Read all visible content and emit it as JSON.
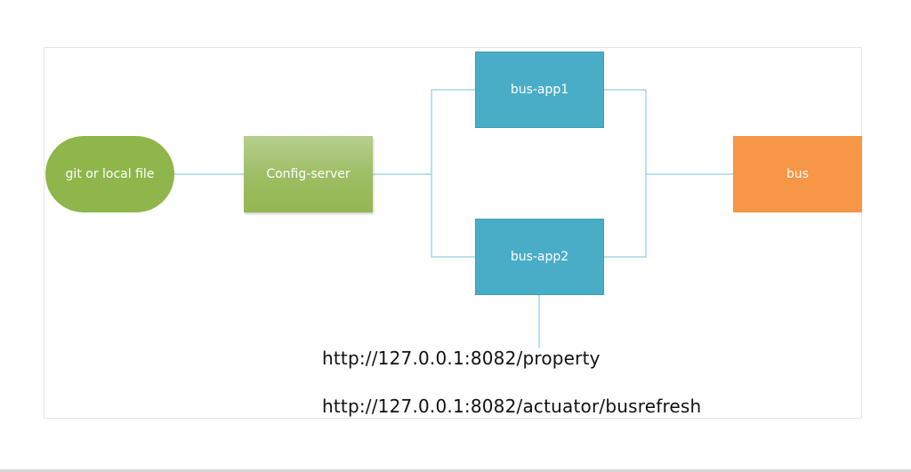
{
  "nodes": {
    "source": "git or local file",
    "config_server": "Config-server",
    "app1": "bus-app1",
    "app2": "bus-app2",
    "bus": "bus"
  },
  "endpoints": [
    "http://127.0.0.1:8082/property",
    "http://127.0.0.1:8082/actuator/busrefresh"
  ],
  "colors": {
    "source": "#8eb64a",
    "config_server": "#9cbd61",
    "app": "#49adc8",
    "bus": "#f79646",
    "connector": "#8fcfe0"
  }
}
